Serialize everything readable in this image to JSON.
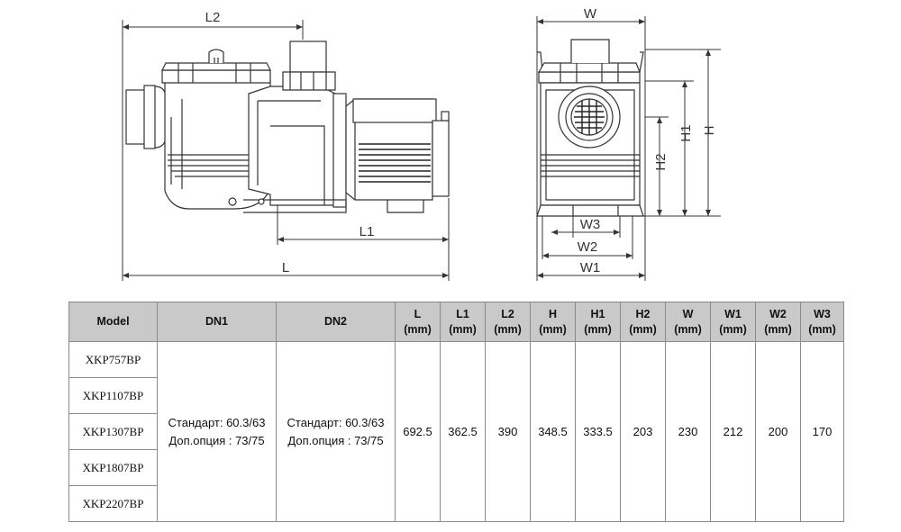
{
  "dimensions": {
    "L": "L",
    "L1": "L1",
    "L2": "L2",
    "W": "W",
    "W1": "W1",
    "W2": "W2",
    "W3": "W3",
    "H": "H",
    "H1": "H1",
    "H2": "H2"
  },
  "table": {
    "headers": [
      {
        "label": "Model",
        "unit": ""
      },
      {
        "label": "DN1",
        "unit": ""
      },
      {
        "label": "DN2",
        "unit": ""
      },
      {
        "label": "L",
        "unit": "(mm)"
      },
      {
        "label": "L1",
        "unit": "(mm)"
      },
      {
        "label": "L2",
        "unit": "(mm)"
      },
      {
        "label": "H",
        "unit": "(mm)"
      },
      {
        "label": "H1",
        "unit": "(mm)"
      },
      {
        "label": "H2",
        "unit": "(mm)"
      },
      {
        "label": "W",
        "unit": "(mm)"
      },
      {
        "label": "W1",
        "unit": "(mm)"
      },
      {
        "label": "W2",
        "unit": "(mm)"
      },
      {
        "label": "W3",
        "unit": "(mm)"
      }
    ],
    "models": [
      "XKP757BP",
      "XKP1107BP",
      "XKP1307BP",
      "XKP1807BP",
      "XKP2207BP"
    ],
    "dn1": {
      "line1": "Стандарт: 60.3/63",
      "line2": "Доп.опция : 73/75"
    },
    "dn2": {
      "line1": "Стандарт: 60.3/63",
      "line2": "Доп.опция : 73/75"
    },
    "values": [
      "692.5",
      "362.5",
      "390",
      "348.5",
      "333.5",
      "203",
      "230",
      "212",
      "200",
      "170"
    ]
  },
  "colors": {
    "header_bg": "#c9c9c9",
    "border": "#8a8a8a",
    "line": "#333333"
  }
}
